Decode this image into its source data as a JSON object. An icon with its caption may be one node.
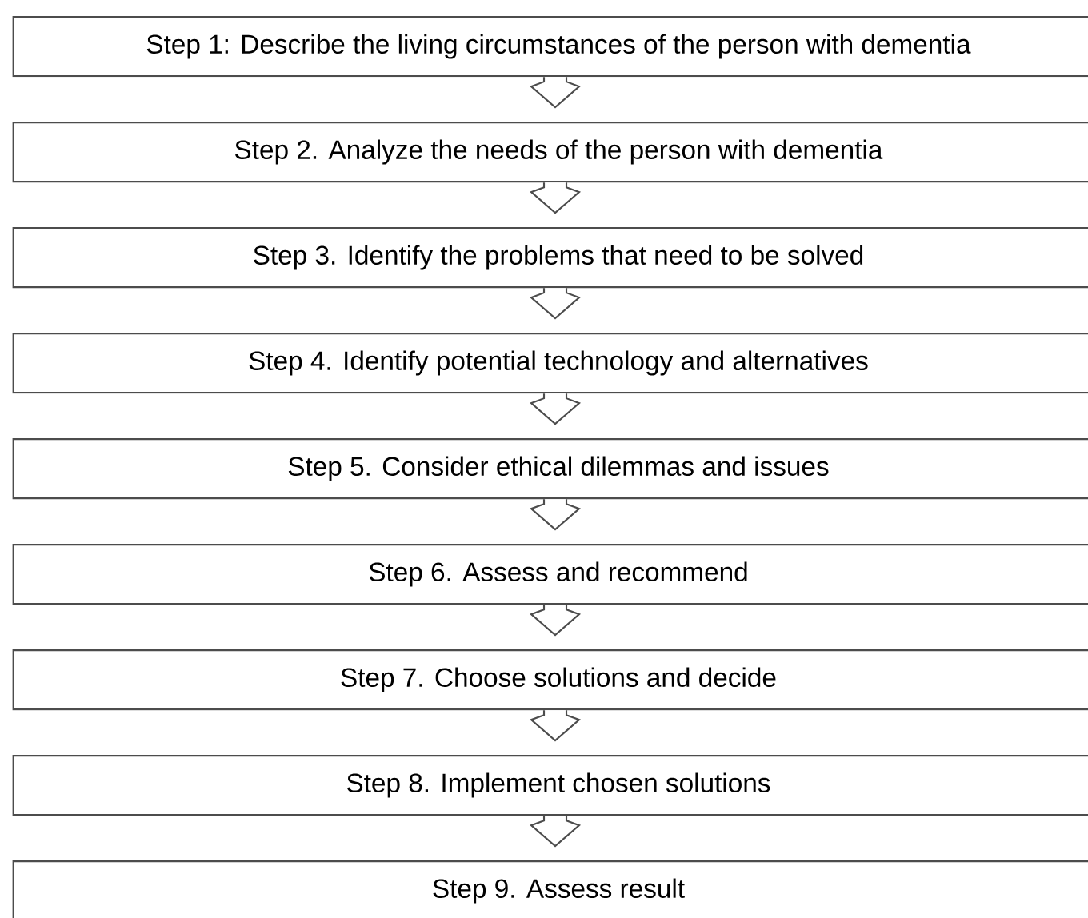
{
  "diagram": {
    "nodes": [
      {
        "text": [
          "Step 1: Describe the living circumstances of the person with dementia"
        ]
      },
      {
        "text": [
          "Step 2. Analyze the needs of the person with dementia"
        ]
      },
      {
        "text": [
          "Step 3. Identify the problems that need to be solved"
        ]
      },
      {
        "text": [
          "Step 4. Identify potential technology and alternatives"
        ]
      },
      {
        "text": [
          "Step 5. Consider ethical dilemmas and issues"
        ]
      },
      {
        "text": [
          "Step 6. Assess and recommend"
        ]
      },
      {
        "text": [
          "Step 7. Choose solutions and decide"
        ]
      },
      {
        "text": [
          "Step 8. Implement chosen solutions"
        ]
      },
      {
        "text": [
          "Step 9. Assess result"
        ]
      }
    ],
    "edges": [
      {
        "from": 0,
        "to": 1,
        "arrow": "to"
      },
      {
        "from": 1,
        "to": 2,
        "arrow": "to"
      },
      {
        "from": 2,
        "to": 3,
        "arrow": "to"
      },
      {
        "from": 3,
        "to": 4,
        "arrow": "to"
      },
      {
        "from": 4,
        "to": 5,
        "arrow": "to"
      },
      {
        "from": 5,
        "to": 6,
        "arrow": "to"
      },
      {
        "from": 6,
        "to": 7,
        "arrow": "to"
      },
      {
        "from": 7,
        "to": 8,
        "arrow": "to"
      }
    ]
  }
}
